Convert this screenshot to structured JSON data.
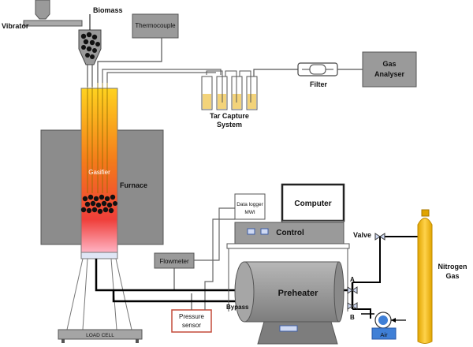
{
  "labels": {
    "vibrator": "Vibrator",
    "biomass": "Biomass",
    "thermocouple": "Thermocouple",
    "filter": "Filter",
    "gas_analyser_1": "Gas",
    "gas_analyser_2": "Analyser",
    "tar_capture_1": "Tar Capture",
    "tar_capture_2": "System",
    "gasifier": "Gasifier",
    "furnace": "Furnace",
    "computer": "Computer",
    "data_logger_1": "Data logger",
    "data_logger_2": "MWI",
    "control": "Control",
    "flowmeter": "Flowmeter",
    "pressure_sensor_1": "Pressure",
    "pressure_sensor_2": "sensor",
    "preheater": "Preheater",
    "bypass": "Bypass",
    "valve": "Valve",
    "port_a": "A",
    "port_b": "B",
    "air": "Air",
    "nitrogen_1": "Nitrogen",
    "nitrogen_2": "Gas",
    "load_cell": "LOAD CELL"
  },
  "colors": {
    "furnace": "#8c8c8c",
    "equipment": "#9a9a9a",
    "flame_top": "#ffd21f",
    "flame_mid": "#f47a1a",
    "flame_bottom": "#ffb3c3",
    "nitrogen_cylinder": "#ffc21a",
    "tar_liquid": "#f3d37a",
    "air_box": "#3f7fd6",
    "pipe": "#000000"
  }
}
